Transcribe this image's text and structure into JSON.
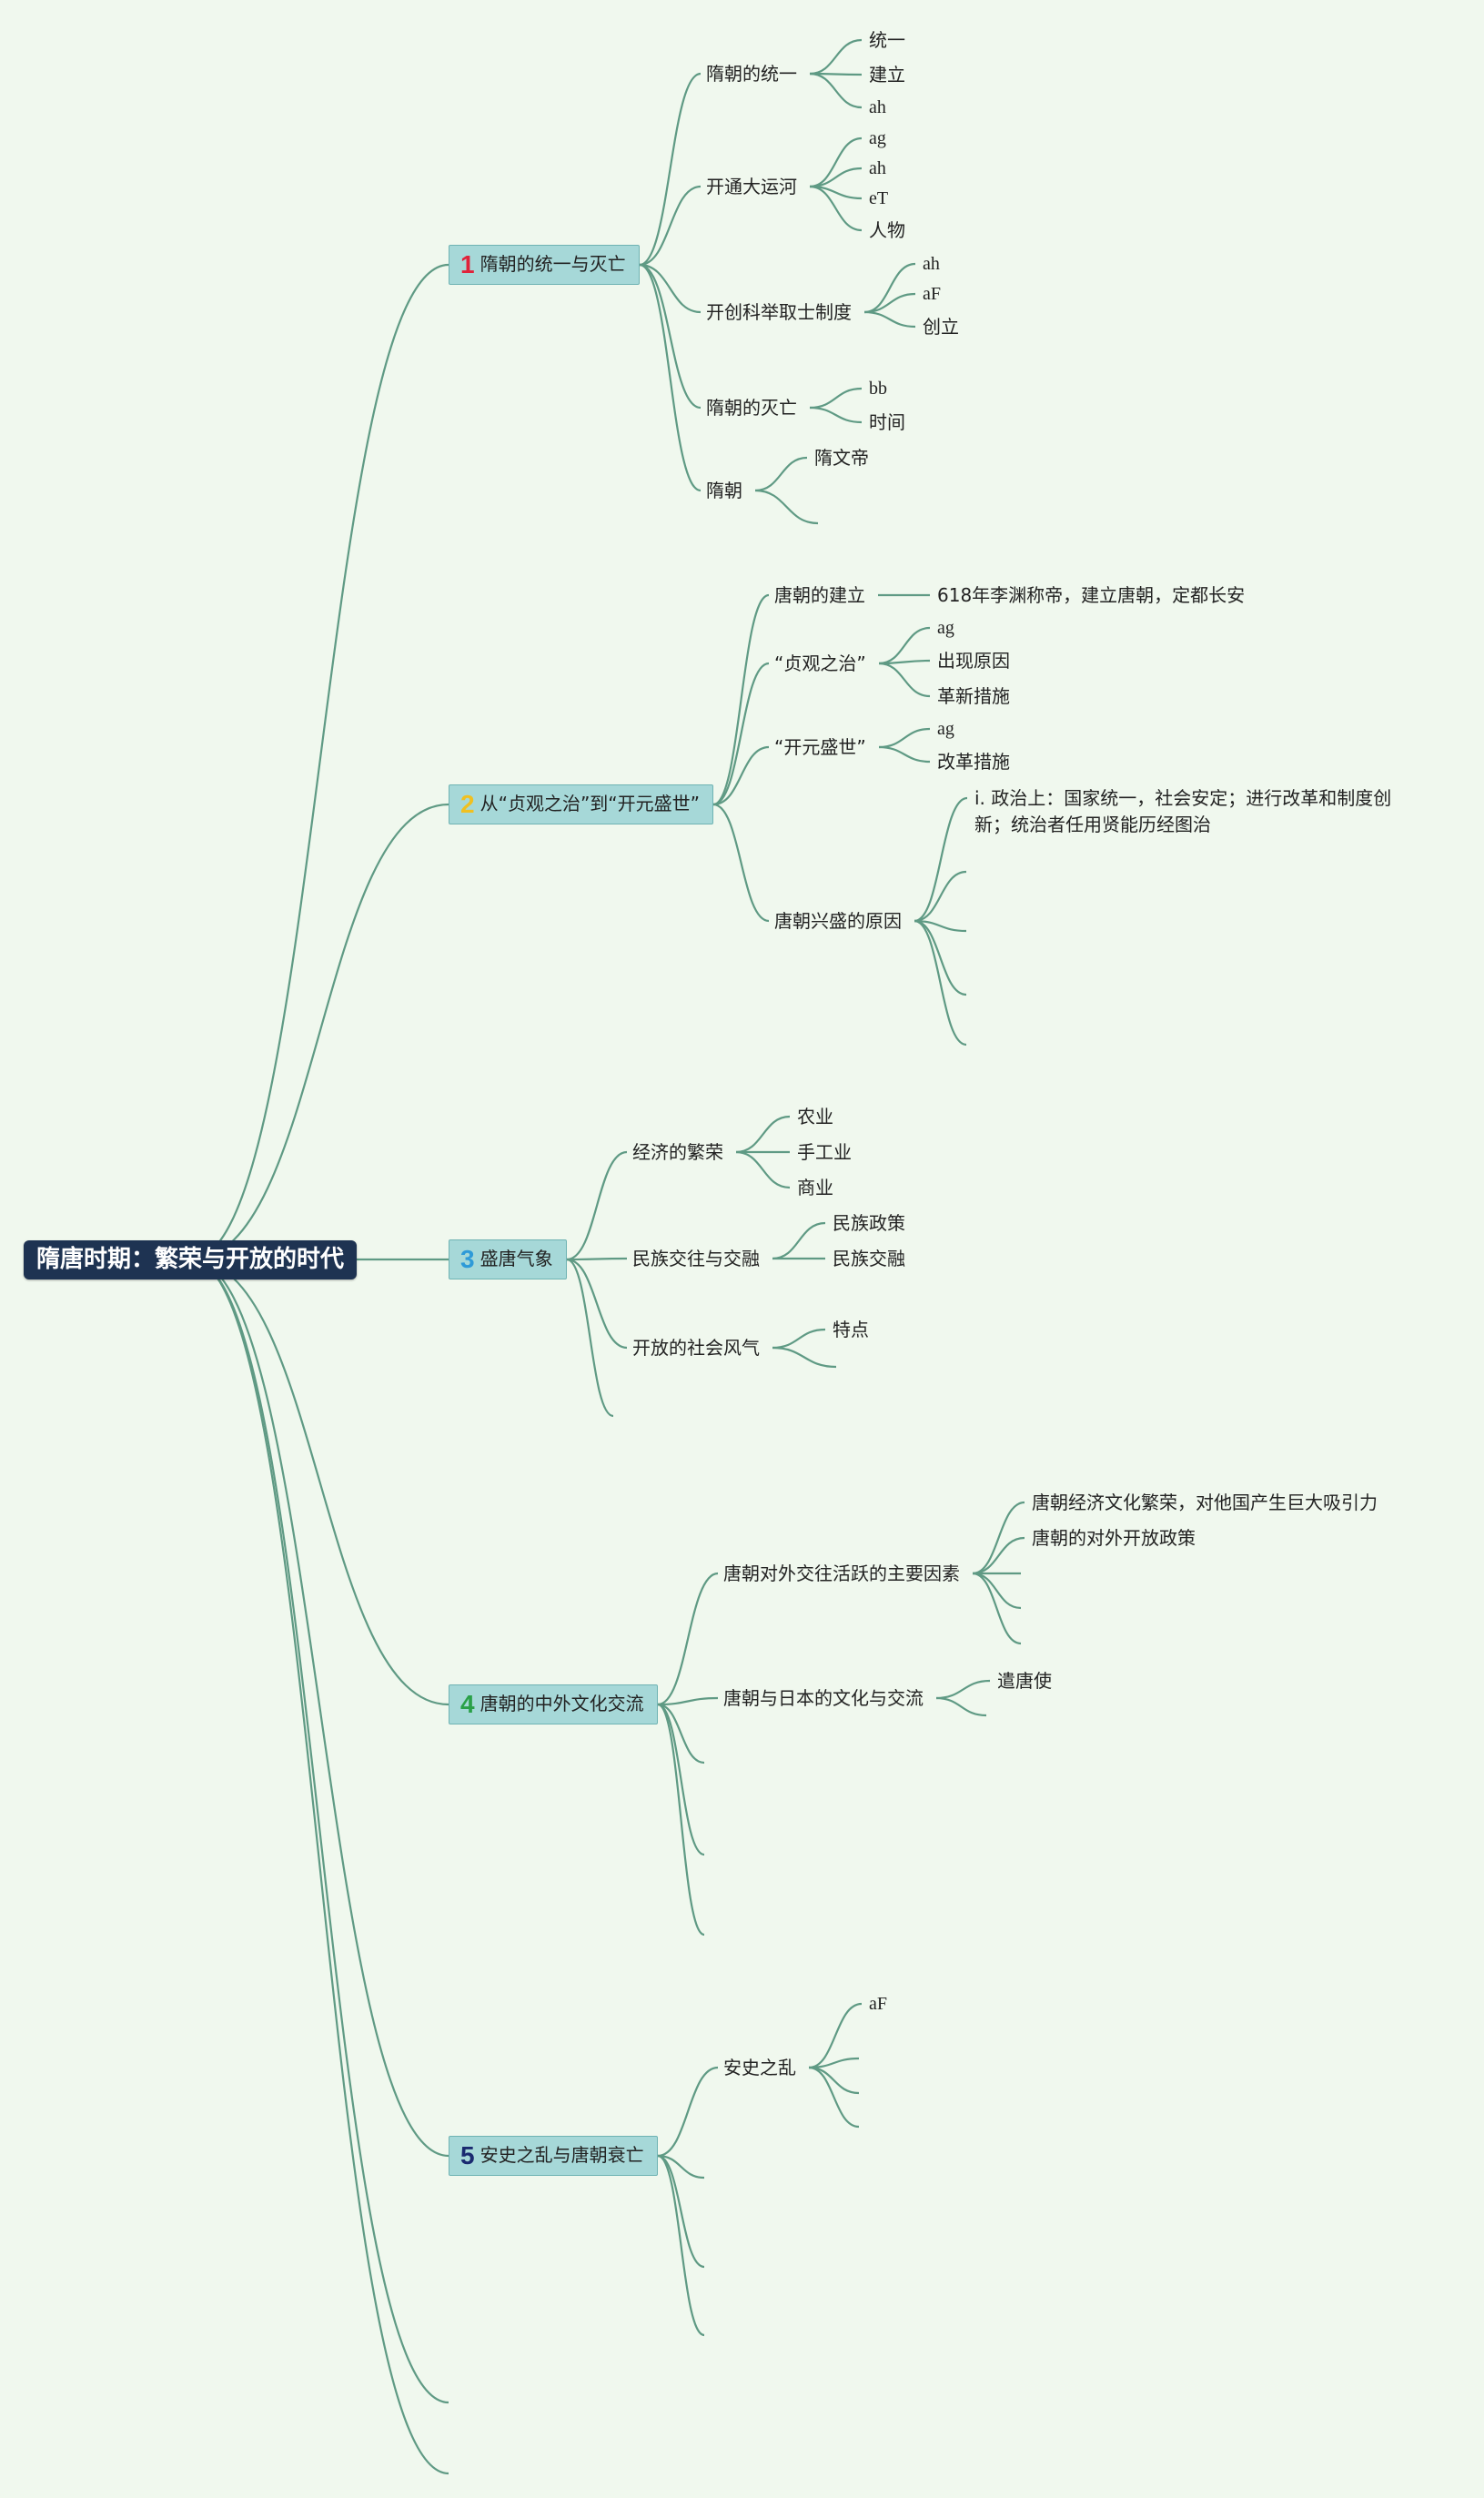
{
  "colors": {
    "background": "#f0f8ee",
    "root": "#1e3352",
    "branch_box": "#a6d8d8",
    "line": "#5f9a84"
  },
  "root": {
    "title": "隋唐时期：繁荣与开放的时代"
  },
  "topics": [
    {
      "num": "1",
      "num_color": "#e0223a",
      "label": "隋朝的统一与灭亡",
      "children": [
        {
          "label": "隋朝的统一",
          "children": [
            "统一",
            "建立",
            "ah"
          ]
        },
        {
          "label": "开通大运河",
          "children": [
            "ag",
            "ah",
            "eT",
            "人物"
          ]
        },
        {
          "label": "开创科举取士制度",
          "children": [
            "ah",
            "aF",
            "创立"
          ]
        },
        {
          "label": "隋朝的灭亡",
          "children": [
            "bb",
            "时间"
          ]
        },
        {
          "label": "隋朝",
          "children": [
            "隋文帝",
            ""
          ]
        }
      ]
    },
    {
      "num": "2",
      "num_color": "#f0c020",
      "label": "从“贞观之治”到“开元盛世”",
      "children": [
        {
          "label": "唐朝的建立",
          "children": [
            "618年李渊称帝，建立唐朝，定都长安"
          ]
        },
        {
          "label": "“贞观之治”",
          "children": [
            "ag",
            "出现原因",
            "革新措施"
          ]
        },
        {
          "label": "“开元盛世”",
          "children": [
            "ag",
            "改革措施"
          ]
        },
        {
          "label": "唐朝兴盛的原因",
          "children": [
            "i. 政治上：国家统一，社会安定；进行改革和制度创新；统治者任用贤能历经图治",
            "",
            "",
            "",
            ""
          ]
        }
      ]
    },
    {
      "num": "3",
      "num_color": "#2e9ad8",
      "label": "盛唐气象",
      "children": [
        {
          "label": "经济的繁荣",
          "children": [
            "农业",
            "手工业",
            "商业"
          ]
        },
        {
          "label": "民族交往与交融",
          "children": [
            "民族政策",
            "民族交融"
          ]
        },
        {
          "label": "开放的社会风气",
          "children": [
            "特点",
            ""
          ]
        },
        {
          "label": "",
          "children": []
        }
      ]
    },
    {
      "num": "4",
      "num_color": "#2aa048",
      "label": "唐朝的中外文化交流",
      "children": [
        {
          "label": "唐朝对外交往活跃的主要因素",
          "children": [
            "唐朝经济文化繁荣，对他国产生巨大吸引力",
            "唐朝的对外开放政策",
            "",
            "",
            ""
          ]
        },
        {
          "label": "唐朝与日本的文化与交流",
          "children": [
            "遣唐使",
            ""
          ]
        },
        {
          "label": "",
          "children": []
        },
        {
          "label": "",
          "children": []
        },
        {
          "label": "",
          "children": []
        }
      ]
    },
    {
      "num": "5",
      "num_color": "#1a2a70",
      "label": "安史之乱与唐朝衰亡",
      "children": [
        {
          "label": "安史之乱",
          "children": [
            "aF",
            "",
            "",
            ""
          ]
        },
        {
          "label": "",
          "children": []
        },
        {
          "label": "",
          "children": []
        },
        {
          "label": "",
          "children": []
        }
      ]
    }
  ]
}
